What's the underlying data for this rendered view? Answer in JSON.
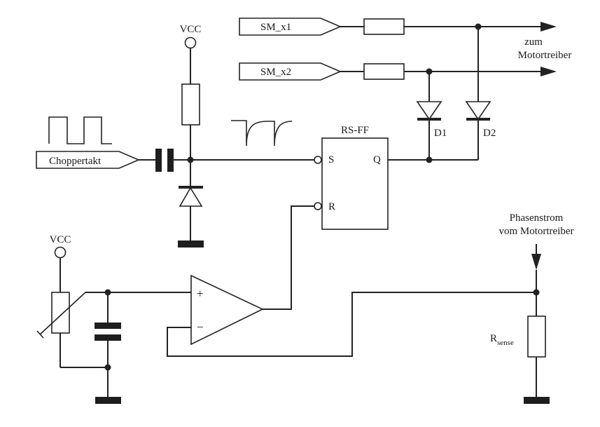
{
  "labels": {
    "vcc_top": "VCC",
    "vcc_left": "VCC",
    "sm_x1": "SM_x1",
    "sm_x2": "SM_x2",
    "choppertakt": "Choppertakt",
    "rsff": "RS-FF",
    "pin_s": "S",
    "pin_q": "Q",
    "pin_r": "R",
    "d1": "D1",
    "d2": "D2",
    "zum": "zum",
    "motortreiber": "Motortreiber",
    "phasenstrom": "Phasenstrom",
    "vom_motortreiber": "vom Motortreiber",
    "r_main": "R",
    "r_sub": "sense",
    "opamp_plus": "+",
    "opamp_minus": "−"
  }
}
